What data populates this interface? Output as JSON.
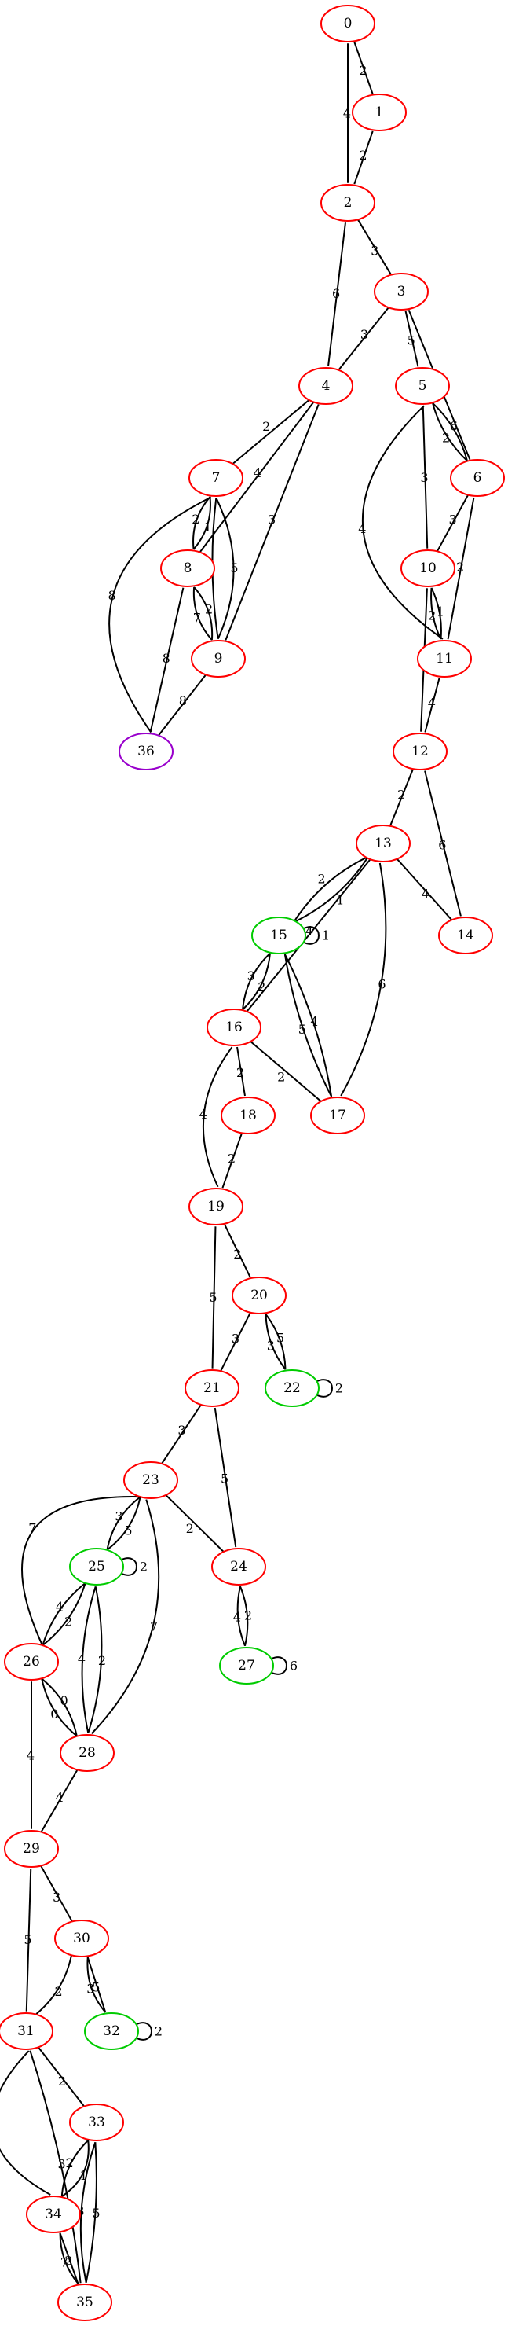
{
  "colors": {
    "default": "#ff0000",
    "green": "#00cc00",
    "purple": "#9900cc"
  },
  "nodes": [
    {
      "id": "0",
      "color": "default"
    },
    {
      "id": "1",
      "color": "default"
    },
    {
      "id": "2",
      "color": "default"
    },
    {
      "id": "3",
      "color": "default"
    },
    {
      "id": "4",
      "color": "default"
    },
    {
      "id": "5",
      "color": "default"
    },
    {
      "id": "6",
      "color": "default"
    },
    {
      "id": "7",
      "color": "default"
    },
    {
      "id": "8",
      "color": "default"
    },
    {
      "id": "9",
      "color": "default"
    },
    {
      "id": "10",
      "color": "default"
    },
    {
      "id": "11",
      "color": "default"
    },
    {
      "id": "12",
      "color": "default"
    },
    {
      "id": "13",
      "color": "default"
    },
    {
      "id": "14",
      "color": "default"
    },
    {
      "id": "15",
      "color": "green"
    },
    {
      "id": "16",
      "color": "default"
    },
    {
      "id": "17",
      "color": "default"
    },
    {
      "id": "18",
      "color": "default"
    },
    {
      "id": "19",
      "color": "default"
    },
    {
      "id": "20",
      "color": "default"
    },
    {
      "id": "21",
      "color": "default"
    },
    {
      "id": "22",
      "color": "green"
    },
    {
      "id": "23",
      "color": "default"
    },
    {
      "id": "24",
      "color": "default"
    },
    {
      "id": "25",
      "color": "green"
    },
    {
      "id": "26",
      "color": "default"
    },
    {
      "id": "27",
      "color": "green"
    },
    {
      "id": "28",
      "color": "default"
    },
    {
      "id": "29",
      "color": "default"
    },
    {
      "id": "30",
      "color": "default"
    },
    {
      "id": "31",
      "color": "default"
    },
    {
      "id": "32",
      "color": "green"
    },
    {
      "id": "33",
      "color": "default"
    },
    {
      "id": "34",
      "color": "default"
    },
    {
      "id": "35",
      "color": "default"
    },
    {
      "id": "36",
      "color": "purple"
    }
  ],
  "edges": [
    {
      "from": "0",
      "to": "1",
      "label": "2"
    },
    {
      "from": "0",
      "to": "2",
      "label": "4"
    },
    {
      "from": "1",
      "to": "2",
      "label": "2"
    },
    {
      "from": "2",
      "to": "3",
      "label": "3"
    },
    {
      "from": "2",
      "to": "4",
      "label": "6"
    },
    {
      "from": "3",
      "to": "4",
      "label": "3"
    },
    {
      "from": "3",
      "to": "5",
      "label": "5"
    },
    {
      "from": "3",
      "to": "6",
      "label": "3"
    },
    {
      "from": "4",
      "to": "7",
      "label": "2"
    },
    {
      "from": "4",
      "to": "8",
      "label": "4"
    },
    {
      "from": "4",
      "to": "9",
      "label": "3"
    },
    {
      "from": "5",
      "to": "6",
      "label": "6"
    },
    {
      "from": "5",
      "to": "6",
      "label": "2"
    },
    {
      "from": "5",
      "to": "10",
      "label": "3"
    },
    {
      "from": "5",
      "to": "11",
      "label": "4"
    },
    {
      "from": "6",
      "to": "10",
      "label": "3"
    },
    {
      "from": "6",
      "to": "11",
      "label": "2"
    },
    {
      "from": "7",
      "to": "8",
      "label": "1"
    },
    {
      "from": "7",
      "to": "8",
      "label": "2"
    },
    {
      "from": "7",
      "to": "9",
      "label": "3"
    },
    {
      "from": "7",
      "to": "9",
      "label": "5"
    },
    {
      "from": "7",
      "to": "36",
      "label": "8"
    },
    {
      "from": "8",
      "to": "9",
      "label": "2"
    },
    {
      "from": "8",
      "to": "9",
      "label": "7"
    },
    {
      "from": "8",
      "to": "36",
      "label": "8"
    },
    {
      "from": "9",
      "to": "36",
      "label": "8"
    },
    {
      "from": "10",
      "to": "11",
      "label": "1"
    },
    {
      "from": "10",
      "to": "11",
      "label": "2"
    },
    {
      "from": "10",
      "to": "12",
      "label": "2"
    },
    {
      "from": "11",
      "to": "12",
      "label": "4"
    },
    {
      "from": "12",
      "to": "13",
      "label": "2"
    },
    {
      "from": "12",
      "to": "14",
      "label": "6"
    },
    {
      "from": "13",
      "to": "15",
      "label": "1"
    },
    {
      "from": "13",
      "to": "15",
      "label": "2"
    },
    {
      "from": "13",
      "to": "14",
      "label": "4"
    },
    {
      "from": "13",
      "to": "16",
      "label": "4"
    },
    {
      "from": "13",
      "to": "17",
      "label": "6"
    },
    {
      "from": "15",
      "to": "15",
      "label": "1"
    },
    {
      "from": "15",
      "to": "16",
      "label": "2"
    },
    {
      "from": "15",
      "to": "16",
      "label": "3"
    },
    {
      "from": "15",
      "to": "17",
      "label": "5"
    },
    {
      "from": "15",
      "to": "17",
      "label": "4"
    },
    {
      "from": "16",
      "to": "18",
      "label": "2"
    },
    {
      "from": "16",
      "to": "17",
      "label": "2"
    },
    {
      "from": "16",
      "to": "19",
      "label": "4"
    },
    {
      "from": "18",
      "to": "19",
      "label": "2"
    },
    {
      "from": "19",
      "to": "20",
      "label": "2"
    },
    {
      "from": "19",
      "to": "21",
      "label": "5"
    },
    {
      "from": "20",
      "to": "21",
      "label": "3"
    },
    {
      "from": "20",
      "to": "22",
      "label": "5"
    },
    {
      "from": "20",
      "to": "22",
      "label": "3"
    },
    {
      "from": "22",
      "to": "22",
      "label": "2"
    },
    {
      "from": "21",
      "to": "23",
      "label": "3"
    },
    {
      "from": "21",
      "to": "24",
      "label": "5"
    },
    {
      "from": "23",
      "to": "25",
      "label": "5"
    },
    {
      "from": "23",
      "to": "25",
      "label": "3"
    },
    {
      "from": "23",
      "to": "24",
      "label": "2"
    },
    {
      "from": "23",
      "to": "26",
      "label": "7"
    },
    {
      "from": "23",
      "to": "28",
      "label": "7"
    },
    {
      "from": "25",
      "to": "25",
      "label": "2"
    },
    {
      "from": "25",
      "to": "26",
      "label": "2"
    },
    {
      "from": "25",
      "to": "26",
      "label": "4"
    },
    {
      "from": "25",
      "to": "28",
      "label": "4"
    },
    {
      "from": "25",
      "to": "28",
      "label": "2"
    },
    {
      "from": "24",
      "to": "27",
      "label": "2"
    },
    {
      "from": "24",
      "to": "27",
      "label": "4"
    },
    {
      "from": "27",
      "to": "27",
      "label": "6"
    },
    {
      "from": "26",
      "to": "28",
      "label": "0"
    },
    {
      "from": "26",
      "to": "28",
      "label": "0"
    },
    {
      "from": "26",
      "to": "29",
      "label": "4"
    },
    {
      "from": "28",
      "to": "29",
      "label": "4"
    },
    {
      "from": "29",
      "to": "30",
      "label": "3"
    },
    {
      "from": "29",
      "to": "31",
      "label": "5"
    },
    {
      "from": "30",
      "to": "31",
      "label": "2"
    },
    {
      "from": "30",
      "to": "32",
      "label": "3"
    },
    {
      "from": "30",
      "to": "32",
      "label": "5"
    },
    {
      "from": "32",
      "to": "32",
      "label": "2"
    },
    {
      "from": "31",
      "to": "33",
      "label": "2"
    },
    {
      "from": "31",
      "to": "34",
      "label": "4"
    },
    {
      "from": "31",
      "to": "35",
      "label": "3"
    },
    {
      "from": "33",
      "to": "34",
      "label": "2"
    },
    {
      "from": "33",
      "to": "34",
      "label": "1"
    },
    {
      "from": "33",
      "to": "35",
      "label": "3"
    },
    {
      "from": "33",
      "to": "35",
      "label": "5"
    },
    {
      "from": "34",
      "to": "35",
      "label": "7"
    },
    {
      "from": "34",
      "to": "35",
      "label": "2"
    }
  ]
}
